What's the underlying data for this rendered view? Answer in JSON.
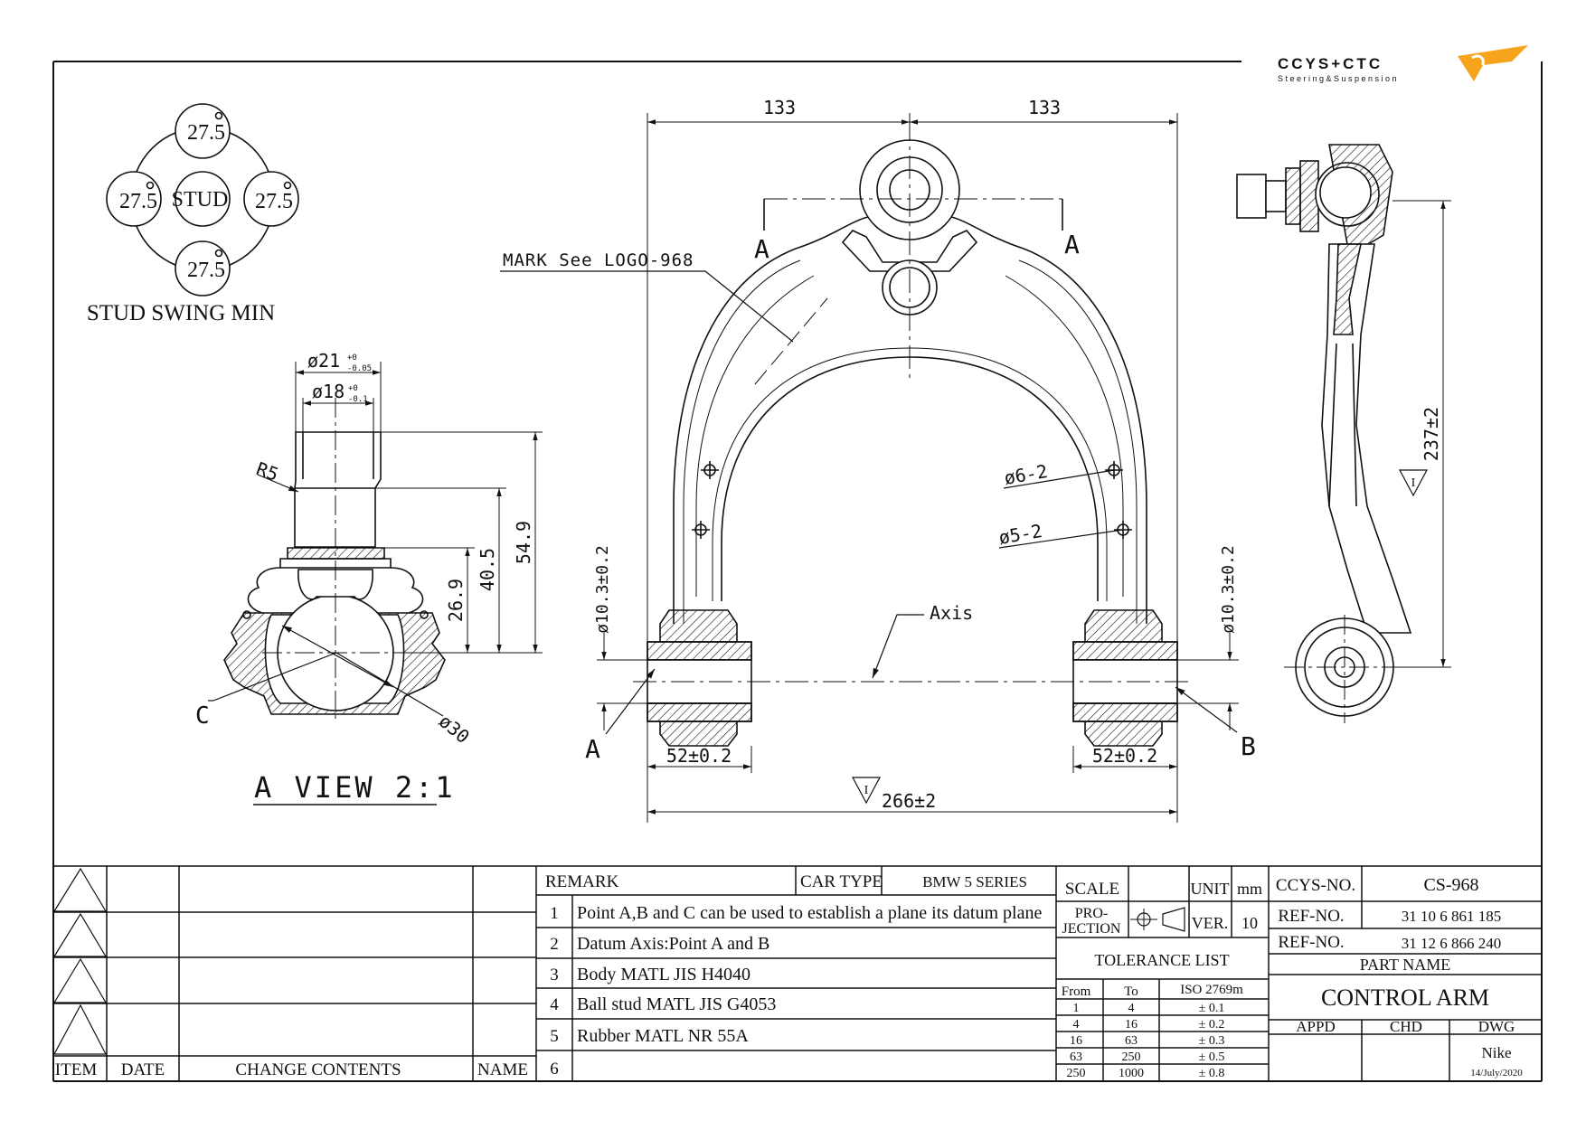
{
  "logo": {
    "brand": "CCYS+CTC",
    "tagline": "Steering&Suspension",
    "accent": "#f5a41c",
    "brand_color": "#6e6e6e"
  },
  "stud_swing": {
    "top": "27.5",
    "left": "27.5",
    "center": "STUD",
    "right": "27.5",
    "bottom": "27.5",
    "caption": "STUD SWING MIN"
  },
  "a_view": {
    "d21": "ø21",
    "d21_tol_hi": "+0",
    "d21_tol_lo": "-0.05",
    "d18": "ø18",
    "d18_tol_hi": "+0",
    "d18_tol_lo": "-0.1",
    "r5": "R5",
    "h549": "54.9",
    "h405": "40.5",
    "h269": "26.9",
    "point_c": "C",
    "d30": "ø30",
    "title": "A VIEW 2:1"
  },
  "main_view": {
    "dim_left": "133",
    "dim_right": "133",
    "section_a1": "A",
    "section_a2": "A",
    "mark": "MARK See LOGO-968",
    "hole_6": "ø6-2",
    "hole_5": "ø5-2",
    "axis": "Axis",
    "bush_left_h": "ø10.3±0.2",
    "bush_right_h": "ø10.3±0.2",
    "point_a": "A",
    "point_b": "B",
    "bush_left_w": "52±0.2",
    "bush_right_w": "52±0.2",
    "overall": "266±2",
    "datum": "I"
  },
  "side_view": {
    "height": "237±2",
    "datum": "I"
  },
  "title_block": {
    "revision_headers": [
      "ITEM",
      "DATE",
      "CHANGE CONTENTS",
      "NAME"
    ],
    "remark_label": "REMARK",
    "car_type_label": "CAR TYPE",
    "car_type": "BMW 5 SERIES",
    "remarks": [
      {
        "no": "1",
        "text": "Point A,B and C can be used to establish a plane its datum plane"
      },
      {
        "no": "2",
        "text": "Datum Axis:Point A and B"
      },
      {
        "no": "3",
        "text": "Body MATL JIS H4040"
      },
      {
        "no": "4",
        "text": "Ball stud MATL JIS G4053"
      },
      {
        "no": "5",
        "text": "Rubber MATL NR 55A"
      },
      {
        "no": "6",
        "text": ""
      }
    ],
    "scale_label": "SCALE",
    "unit_label": "UNIT",
    "unit": "mm",
    "projection_label_1": "PRO-",
    "projection_label_2": "JECTION",
    "ver_label": "VER.",
    "ver": "10",
    "tolerance_title": "TOLERANCE LIST",
    "tolerance_headers": [
      "From",
      "To",
      "ISO 2769m"
    ],
    "tolerance_rows": [
      [
        "1",
        "4",
        "± 0.1"
      ],
      [
        "4",
        "16",
        "± 0.2"
      ],
      [
        "16",
        "63",
        "± 0.3"
      ],
      [
        "63",
        "250",
        "± 0.5"
      ],
      [
        "250",
        "1000",
        "± 0.8"
      ]
    ],
    "ccys_label": "CCYS-NO.",
    "ccys_no": "CS-968",
    "ref_label_1": "REF-NO.",
    "ref_no_1": "31 10 6 861 185",
    "ref_label_2": "REF-NO.",
    "ref_no_2": "31 12 6 866 240",
    "part_name_label": "PART NAME",
    "part_name": "CONTROL ARM",
    "appd_label": "APPD",
    "chd_label": "CHD",
    "dwg_label": "DWG",
    "dwg_by": "Nike",
    "date": "14/July/2020"
  }
}
